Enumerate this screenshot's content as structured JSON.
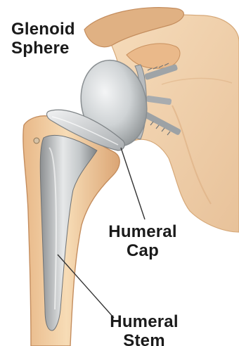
{
  "labels": {
    "glenoid_line1": "Glenoid",
    "glenoid_line2": "Sphere",
    "cap_line1": "Humeral",
    "cap_line2": "Cap",
    "stem_line1": "Humeral",
    "stem_line2": "Stem"
  },
  "colors": {
    "bone": "#f0c99a",
    "bone_shadow": "#d9a273",
    "implant": "#c9ccce",
    "implant_highlight": "#eef0f1",
    "leader_line": "#333333",
    "label_text": "#1a1a1a"
  }
}
